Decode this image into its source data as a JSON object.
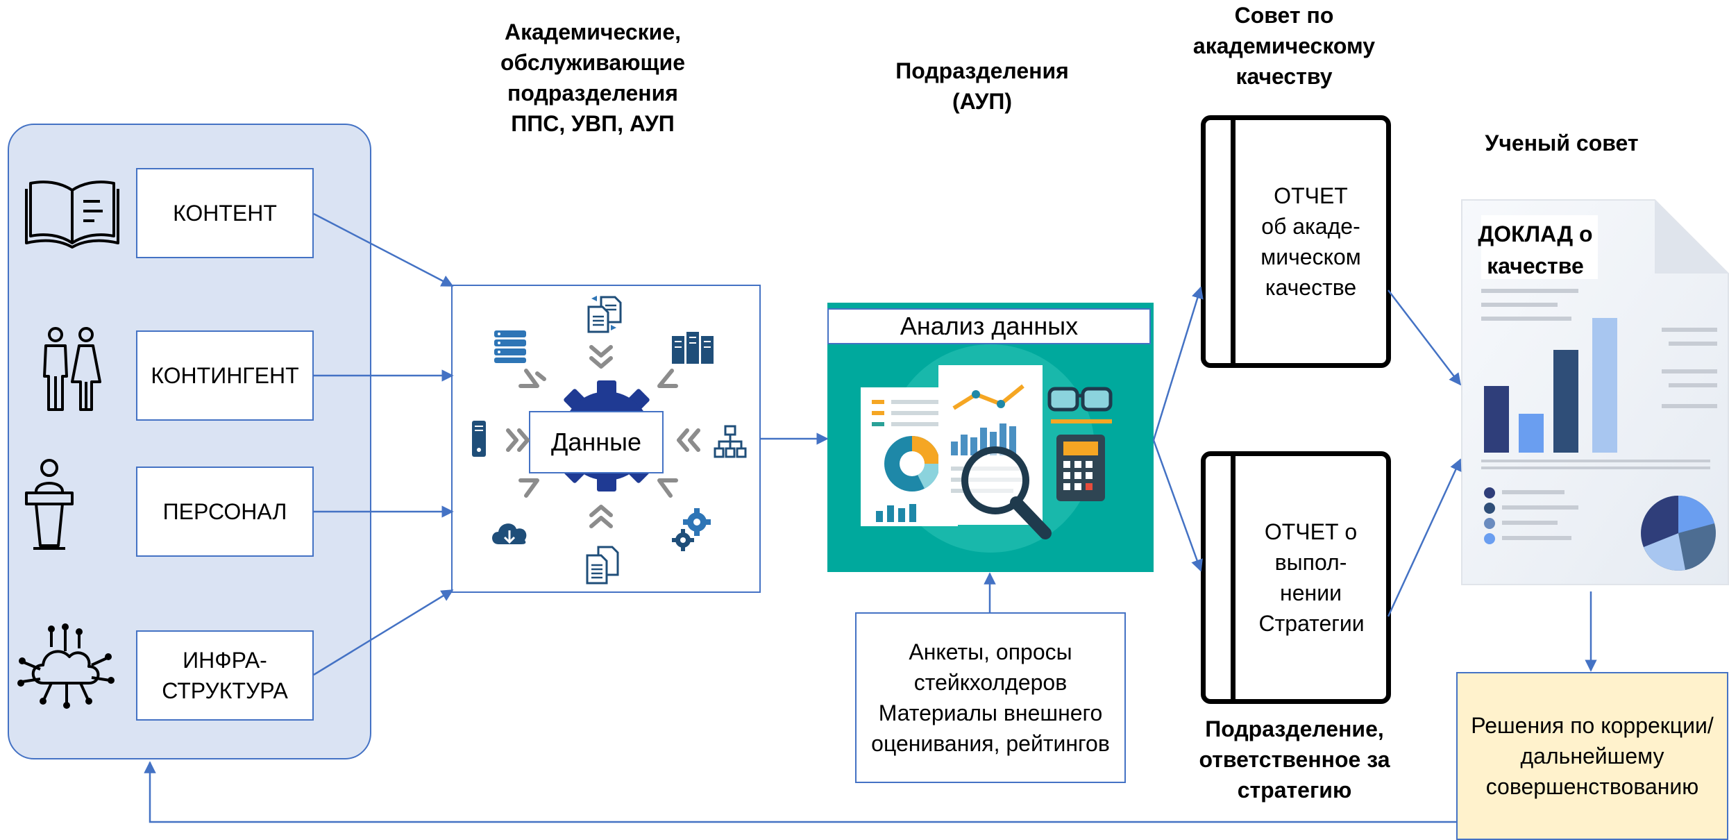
{
  "headings": {
    "academic_units": "Академические, обслуживающие подразделения ППС, УВП, АУП",
    "units_aup": "Подразделения (АУП)",
    "academic_quality_council": "Совет по академическому качеству",
    "academic_council": "Ученый совет",
    "strategy_unit": "Подразделение, ответственное за стратегию"
  },
  "sources": {
    "content": "КОНТЕНТ",
    "contingent": "КОНТИНГЕНТ",
    "personnel": "ПЕРСОНАЛ",
    "infrastructure": "ИНФРА-СТРУКТУРА"
  },
  "data_hub": {
    "label": "Данные"
  },
  "analysis": {
    "title": "Анализ данных"
  },
  "surveys": {
    "text": "Анкеты, опросы стейкхолдеров Материалы внешнего оценивания, рейтингов"
  },
  "reports": {
    "quality_report": "ОТЧЕТ об акаде-мическом качестве",
    "strategy_report": "ОТЧЕТ о выпол-нении Стратегии"
  },
  "quality_doc": {
    "title": "ДОКЛАД о качестве"
  },
  "decisions": {
    "text": "Решения по коррекции/ дальнейшему совершенствованию"
  },
  "colors": {
    "accent": "#4472c4",
    "panel": "#dae3f3",
    "teal": "#00a99d",
    "decision_bg": "#fff2cc",
    "gear": "#1f3a93"
  },
  "icons": [
    "book-icon",
    "people-icon",
    "podium-icon",
    "cloud-network-icon",
    "gear-icon",
    "server-icon",
    "documents-icon",
    "network-icon",
    "cloud-download-icon",
    "settings-gears-icon",
    "magnifier-icon",
    "calculator-icon",
    "glasses-icon"
  ]
}
